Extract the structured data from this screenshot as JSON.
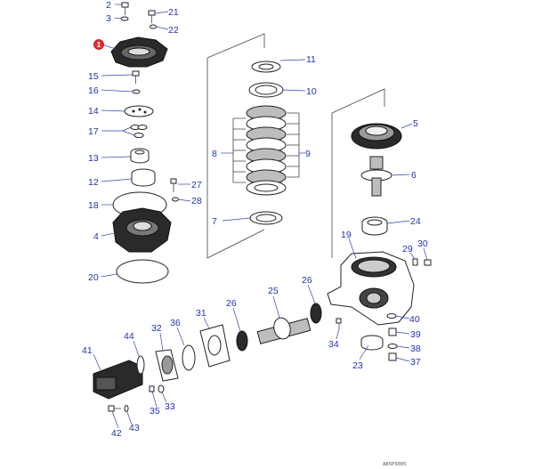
{
  "labels": {
    "n1": "1",
    "n2": "2",
    "n3": "3",
    "n4": "4",
    "n5": "5",
    "n6": "6",
    "n7": "7",
    "n8": "8",
    "n9": "9",
    "n10": "10",
    "n11": "11",
    "n12": "12",
    "n13": "13",
    "n14": "14",
    "n15": "15",
    "n16": "16",
    "n17": "17",
    "n18": "18",
    "n19": "19",
    "n20": "20",
    "n21": "21",
    "n22": "22",
    "n23": "23",
    "n24": "24",
    "n25": "25",
    "n26": "26",
    "n27": "27",
    "n28": "28",
    "n29": "29",
    "n30": "30",
    "n31": "31",
    "n32": "32",
    "n33": "33",
    "n34": "34",
    "n35": "35",
    "n36": "36",
    "n37": "37",
    "n38": "38",
    "n39": "39",
    "n40": "40",
    "n41": "41",
    "n42": "42",
    "n43": "43",
    "n44": "44"
  },
  "drawing_number": "A85P5085",
  "colors": {
    "label": "#2233aa",
    "marker": "#e03030",
    "ink": "#222222"
  }
}
